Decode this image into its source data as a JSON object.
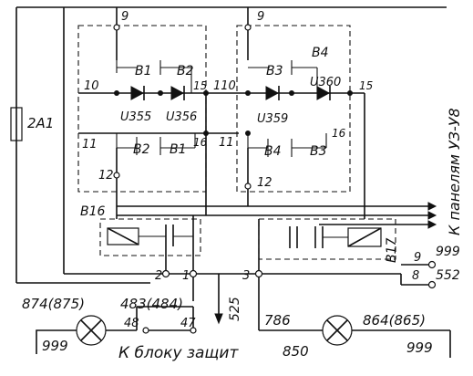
{
  "blocks": {
    "left": {
      "t9": "9",
      "t10": "10",
      "t11": "11",
      "t12": "12",
      "t15": "15",
      "t16": "16",
      "b1a": "B1",
      "b2a": "B2",
      "b2b": "B2",
      "b1b": "B1",
      "d1": "U355",
      "d2": "U356"
    },
    "right": {
      "t9": "9",
      "t110": "110",
      "t11": "11",
      "t12": "12",
      "t15": "15",
      "t16": "16",
      "b4a": "B4",
      "b3a": "B3",
      "b4b": "B4",
      "b3b": "B3",
      "d1": "U359",
      "d2": "U360"
    }
  },
  "relays": {
    "left": "B16",
    "right": "B17"
  },
  "fuse": "2A1",
  "panel_label": "К панелям УЗ-У8",
  "terminals": {
    "t2": "2",
    "t1": "1",
    "t3": "3",
    "out9": "9",
    "out8": "8",
    "w999top": "999",
    "w552": "552"
  },
  "wires": {
    "w874": "874(875)",
    "w483": "483(484)",
    "w525": "525",
    "w48": "48",
    "w47": "47",
    "w786": "786",
    "w864": "864(865)",
    "w850": "850",
    "gndL": "999",
    "gndR": "999"
  },
  "footer_label": "К блоку защит"
}
